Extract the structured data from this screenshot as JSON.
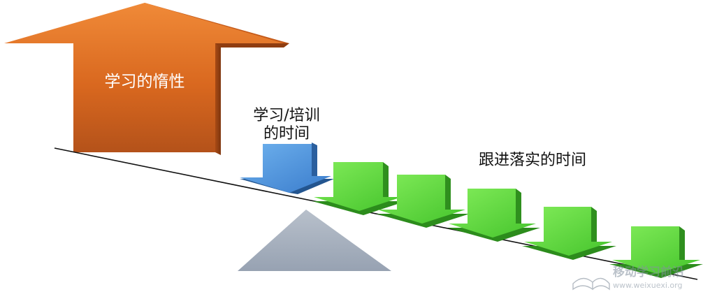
{
  "diagram": {
    "inertia_label": "学习的惰性",
    "training_label_line1": "学习/培训",
    "training_label_line2": "的时间",
    "followup_label": "跟进落实的时间",
    "followup_arrow_count": 5
  },
  "watermark": {
    "brand": "移动学习前沿",
    "site": "www.weixuexi.org"
  },
  "colors": {
    "inertia_orange": "#e8772a",
    "training_blue": "#4a8fd8",
    "followup_green": "#5cd641",
    "fulcrum_gray": "#a3adbb",
    "beam_black": "#111111"
  }
}
